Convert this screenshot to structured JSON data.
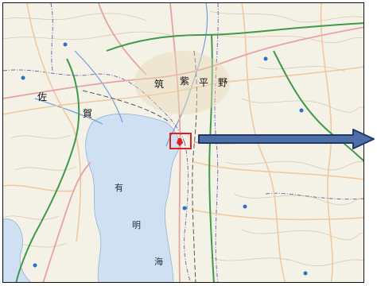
{
  "map": {
    "labels": {
      "saga_1": "佐",
      "saga_2": "賀",
      "chikushi_1": "筑",
      "chikushi_2": "紫",
      "chikushi_3": "平",
      "chikushi_4": "野",
      "ariake_1": "有",
      "ariake_2": "明",
      "ariake_3": "海"
    },
    "colors": {
      "land": "#f4f1e6",
      "sea": "#cfe0f3",
      "contour": "#d9c9a6",
      "road_main": "#e5a3a3",
      "road_secondary": "#f2c8a0",
      "expressway": "#3f9a4a",
      "boundary": "#7b6ba8",
      "river": "#6fa0d8",
      "highlight": "#e02020",
      "arrow_fill": "#4d6ea8",
      "arrow_stroke": "#203a66"
    },
    "highlight_marker": "red-square-marker"
  }
}
